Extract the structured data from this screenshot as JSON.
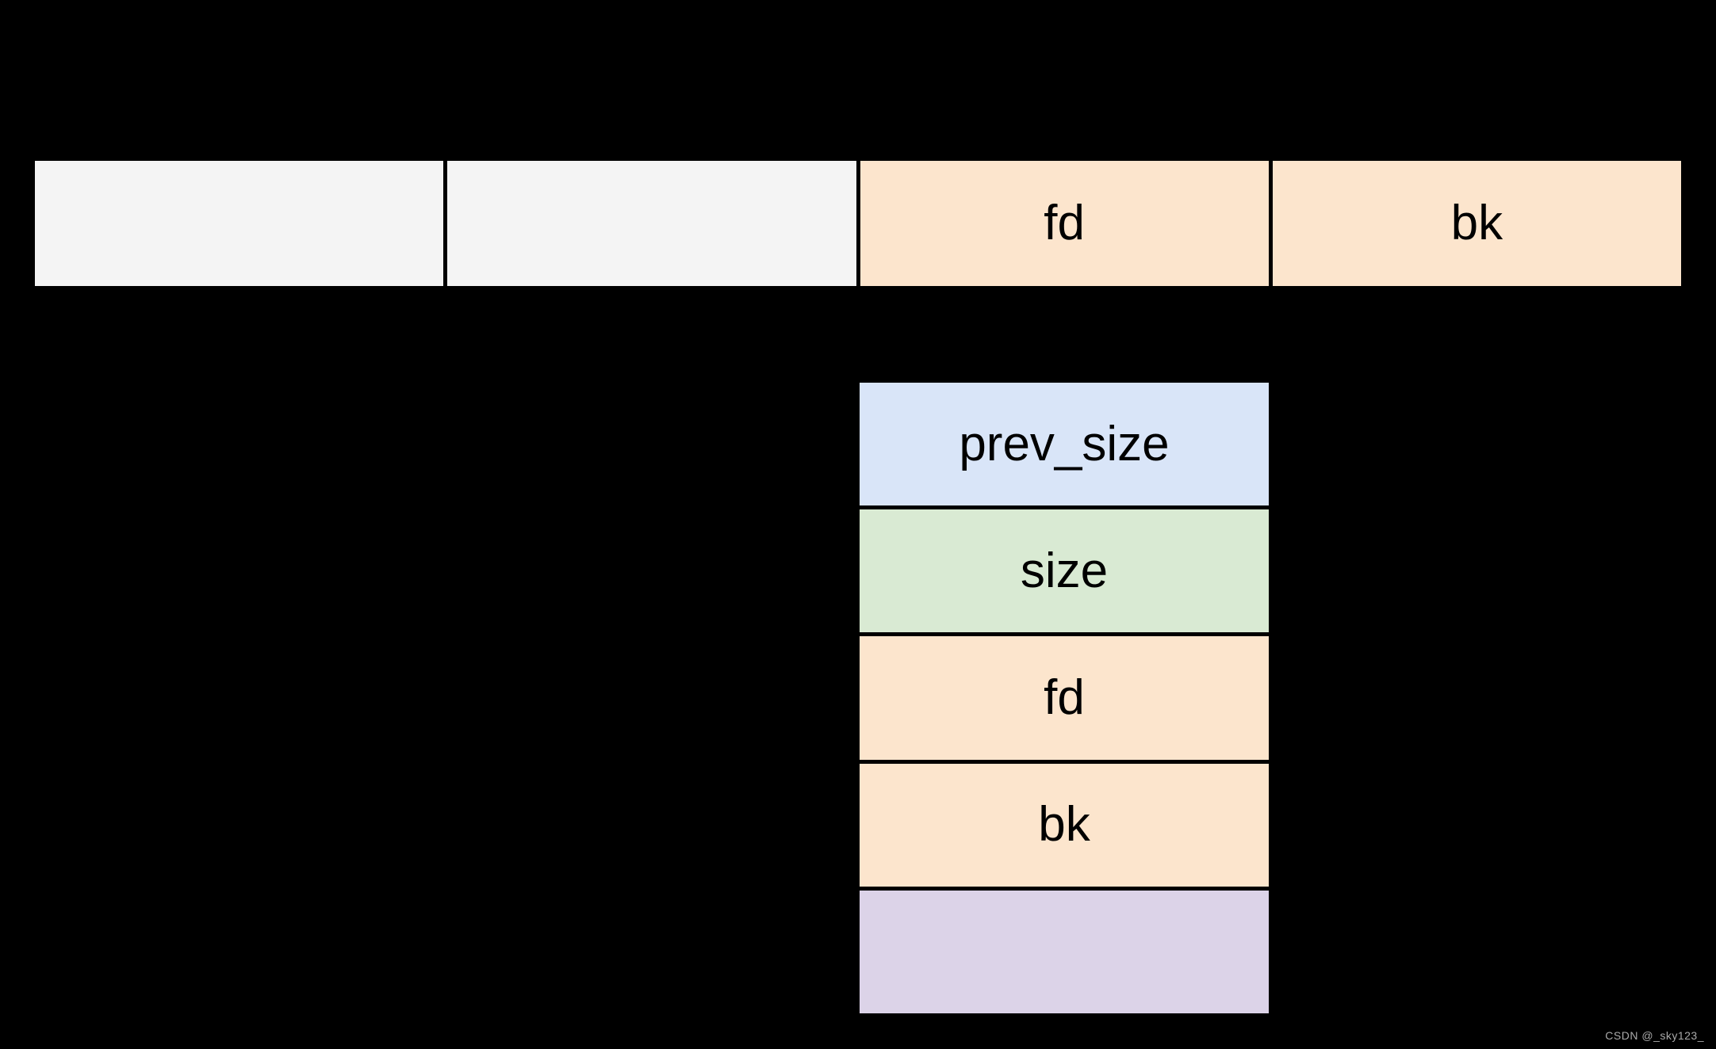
{
  "colors": {
    "background": "#000000",
    "border": "#000000",
    "text": "#000000",
    "free_cell_bg": "#f4f4f4",
    "orange_cell_bg": "#fce5cd",
    "blue_cell_bg": "#d9e5f8",
    "green_cell_bg": "#d9ead3",
    "purple_cell_bg": "#dcd3e8",
    "watermark_text": "#aaaaaa"
  },
  "top_row": {
    "cells": [
      {
        "label": "",
        "bg": "#f4f4f4"
      },
      {
        "label": "",
        "bg": "#f4f4f4"
      },
      {
        "label": "fd",
        "bg": "#fce5cd"
      },
      {
        "label": "bk",
        "bg": "#fce5cd"
      }
    ]
  },
  "chunk_stack": {
    "cells": [
      {
        "label": "prev_size",
        "bg": "#d9e5f8"
      },
      {
        "label": "size",
        "bg": "#d9ead3"
      },
      {
        "label": "fd",
        "bg": "#fce5cd"
      },
      {
        "label": "bk",
        "bg": "#fce5cd"
      },
      {
        "label": "",
        "bg": "#dcd3e8"
      }
    ]
  },
  "watermark": {
    "text": "CSDN @_sky123_"
  }
}
